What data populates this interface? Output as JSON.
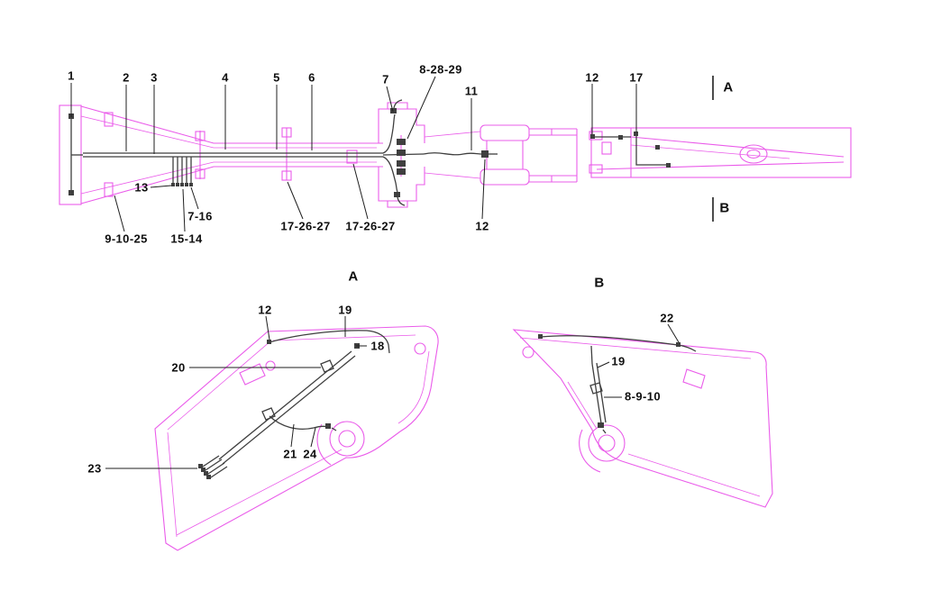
{
  "colors": {
    "outline_pink": "#ea5cea",
    "hose_dark": "#3f3f3f",
    "leader_black": "#1f1f1f",
    "label_text": "#101010",
    "background": "#ffffff"
  },
  "plan_view": {
    "top_callouts": [
      {
        "text": "1"
      },
      {
        "text": "2"
      },
      {
        "text": "3"
      },
      {
        "text": "4"
      },
      {
        "text": "5"
      },
      {
        "text": "6"
      },
      {
        "text": "7"
      },
      {
        "text": "8-28-29"
      },
      {
        "text": "11"
      }
    ],
    "bottom_callouts": [
      {
        "text": "13"
      },
      {
        "text": "7-16"
      },
      {
        "text": "9-10-25"
      },
      {
        "text": "15-14"
      },
      {
        "text": "17-26-27"
      },
      {
        "text": "17-26-27"
      },
      {
        "text": "12"
      }
    ]
  },
  "side_view": {
    "callouts": [
      {
        "text": "12"
      },
      {
        "text": "17"
      }
    ],
    "section_markers": [
      {
        "text": "A"
      },
      {
        "text": "B"
      }
    ]
  },
  "view_a": {
    "title": "A",
    "callouts": [
      {
        "text": "12"
      },
      {
        "text": "19"
      },
      {
        "text": "18"
      },
      {
        "text": "20"
      },
      {
        "text": "21"
      },
      {
        "text": "24"
      },
      {
        "text": "23"
      }
    ]
  },
  "view_b": {
    "title": "B",
    "callouts": [
      {
        "text": "22"
      },
      {
        "text": "19"
      },
      {
        "text": "8-9-10"
      }
    ]
  }
}
